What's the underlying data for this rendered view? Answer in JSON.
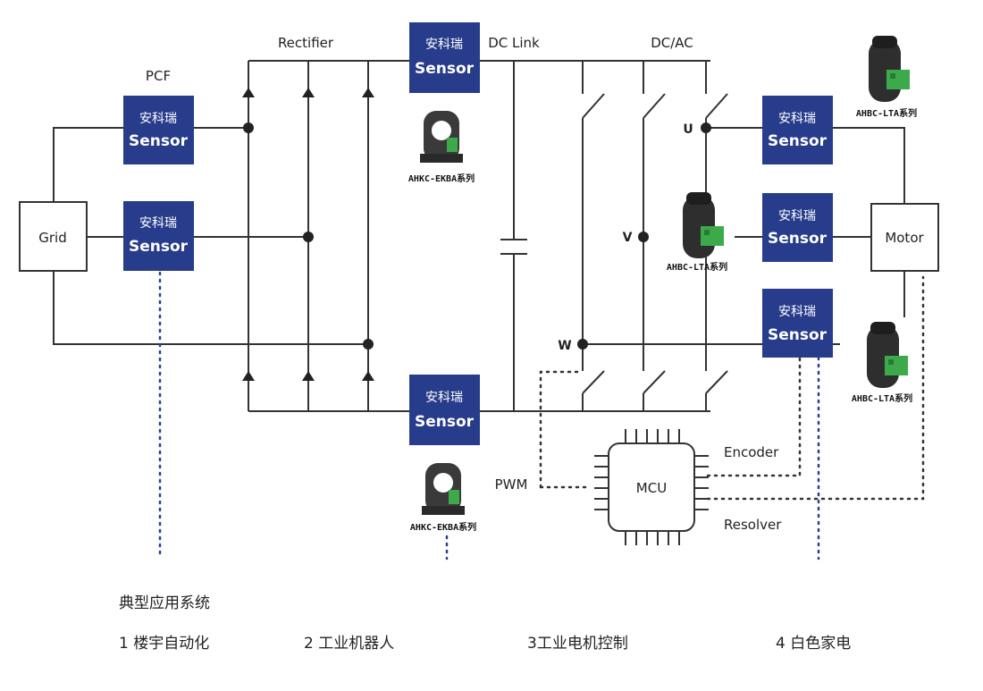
{
  "labels": {
    "pcf": "PCF",
    "rectifier": "Rectifier",
    "dc_link": "DC Link",
    "dc_ac": "DC/AC",
    "grid": "Grid",
    "motor": "Motor",
    "mcu": "MCU",
    "pwm": "PWM",
    "encoder": "Encoder",
    "resolver": "Resolver",
    "phase_u": "U",
    "phase_v": "V",
    "phase_w": "W"
  },
  "sensor": {
    "brand": "安科瑞",
    "text": "Sensor",
    "color": "#283c8c"
  },
  "products": {
    "ahkc_ekba": "AHKC-EKBA系列",
    "ahbc_lta": "AHBC-LTA系列"
  },
  "footer": {
    "title": "典型应用系统",
    "items": [
      "1 楼宇自动化",
      "2 工业机器人",
      "3工业电机控制",
      "4  白色家电"
    ]
  },
  "colors": {
    "wire": "#333333",
    "dots": "#2a3f8f",
    "accent_green": "#3caa4a"
  }
}
